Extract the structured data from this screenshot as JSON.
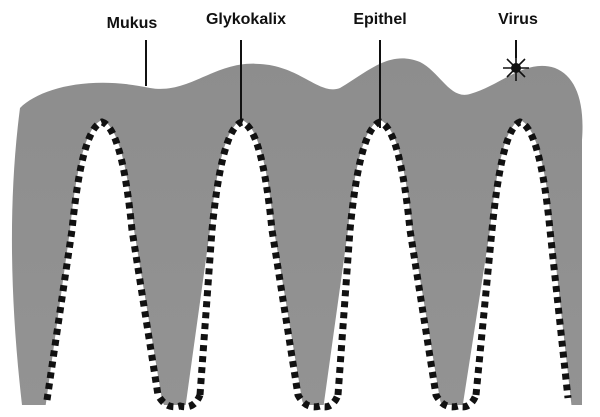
{
  "labels": {
    "mukus": "Mukus",
    "glykokalix": "Glykokalix",
    "epithel": "Epithel",
    "virus": "Virus"
  },
  "colors": {
    "mucus_fill": "#8f8f8f",
    "epithelium_fill": "#ffffff",
    "glycocalyx_dash": "#111111",
    "leader_line": "#111111",
    "virus": "#111111"
  },
  "icons": {
    "virus": "virus-icon"
  }
}
